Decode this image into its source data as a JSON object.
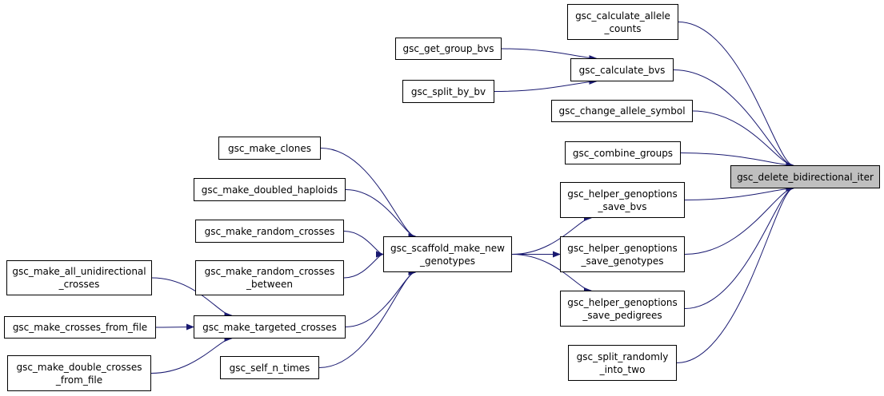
{
  "colors": {
    "edge": "#191970",
    "node_border": "#000000",
    "target_fill": "#bfbfbf"
  },
  "nodes": {
    "delete_bidirectional_iter": {
      "lines": [
        "gsc_delete_bidirectional_iter"
      ]
    },
    "calculate_allele_counts": {
      "lines": [
        "gsc_calculate_allele",
        "_counts"
      ]
    },
    "calculate_bvs": {
      "lines": [
        "gsc_calculate_bvs"
      ]
    },
    "get_group_bvs": {
      "lines": [
        "gsc_get_group_bvs"
      ]
    },
    "split_by_bv": {
      "lines": [
        "gsc_split_by_bv"
      ]
    },
    "change_allele_symbol": {
      "lines": [
        "gsc_change_allele_symbol"
      ]
    },
    "combine_groups": {
      "lines": [
        "gsc_combine_groups"
      ]
    },
    "helper_genoptions_save_bvs": {
      "lines": [
        "gsc_helper_genoptions",
        "_save_bvs"
      ]
    },
    "helper_genoptions_save_genotypes": {
      "lines": [
        "gsc_helper_genoptions",
        "_save_genotypes"
      ]
    },
    "helper_genoptions_save_pedigrees": {
      "lines": [
        "gsc_helper_genoptions",
        "_save_pedigrees"
      ]
    },
    "split_randomly_into_two": {
      "lines": [
        "gsc_split_randomly",
        "_into_two"
      ]
    },
    "scaffold_make_new_genotypes": {
      "lines": [
        "gsc_scaffold_make_new",
        "_genotypes"
      ]
    },
    "make_clones": {
      "lines": [
        "gsc_make_clones"
      ]
    },
    "make_doubled_haploids": {
      "lines": [
        "gsc_make_doubled_haploids"
      ]
    },
    "make_random_crosses": {
      "lines": [
        "gsc_make_random_crosses"
      ]
    },
    "make_random_crosses_between": {
      "lines": [
        "gsc_make_random_crosses",
        "_between"
      ]
    },
    "make_targeted_crosses": {
      "lines": [
        "gsc_make_targeted_crosses"
      ]
    },
    "self_n_times": {
      "lines": [
        "gsc_self_n_times"
      ]
    },
    "make_all_unidirectional_crosses": {
      "lines": [
        "gsc_make_all_unidirectional",
        "_crosses"
      ]
    },
    "make_crosses_from_file": {
      "lines": [
        "gsc_make_crosses_from_file"
      ]
    },
    "make_double_crosses_from_file": {
      "lines": [
        "gsc_make_double_crosses",
        "_from_file"
      ]
    }
  },
  "edges": [
    [
      "calculate_allele_counts",
      "delete_bidirectional_iter"
    ],
    [
      "calculate_bvs",
      "delete_bidirectional_iter"
    ],
    [
      "change_allele_symbol",
      "delete_bidirectional_iter"
    ],
    [
      "combine_groups",
      "delete_bidirectional_iter"
    ],
    [
      "helper_genoptions_save_bvs",
      "delete_bidirectional_iter"
    ],
    [
      "helper_genoptions_save_genotypes",
      "delete_bidirectional_iter"
    ],
    [
      "helper_genoptions_save_pedigrees",
      "delete_bidirectional_iter"
    ],
    [
      "split_randomly_into_two",
      "delete_bidirectional_iter"
    ],
    [
      "get_group_bvs",
      "calculate_bvs"
    ],
    [
      "split_by_bv",
      "calculate_bvs"
    ],
    [
      "scaffold_make_new_genotypes",
      "helper_genoptions_save_bvs"
    ],
    [
      "scaffold_make_new_genotypes",
      "helper_genoptions_save_genotypes"
    ],
    [
      "scaffold_make_new_genotypes",
      "helper_genoptions_save_pedigrees"
    ],
    [
      "make_clones",
      "scaffold_make_new_genotypes"
    ],
    [
      "make_doubled_haploids",
      "scaffold_make_new_genotypes"
    ],
    [
      "make_random_crosses",
      "scaffold_make_new_genotypes"
    ],
    [
      "make_random_crosses_between",
      "scaffold_make_new_genotypes"
    ],
    [
      "make_targeted_crosses",
      "scaffold_make_new_genotypes"
    ],
    [
      "self_n_times",
      "scaffold_make_new_genotypes"
    ],
    [
      "make_all_unidirectional_crosses",
      "make_targeted_crosses"
    ],
    [
      "make_crosses_from_file",
      "make_targeted_crosses"
    ],
    [
      "make_double_crosses_from_file",
      "make_targeted_crosses"
    ]
  ]
}
